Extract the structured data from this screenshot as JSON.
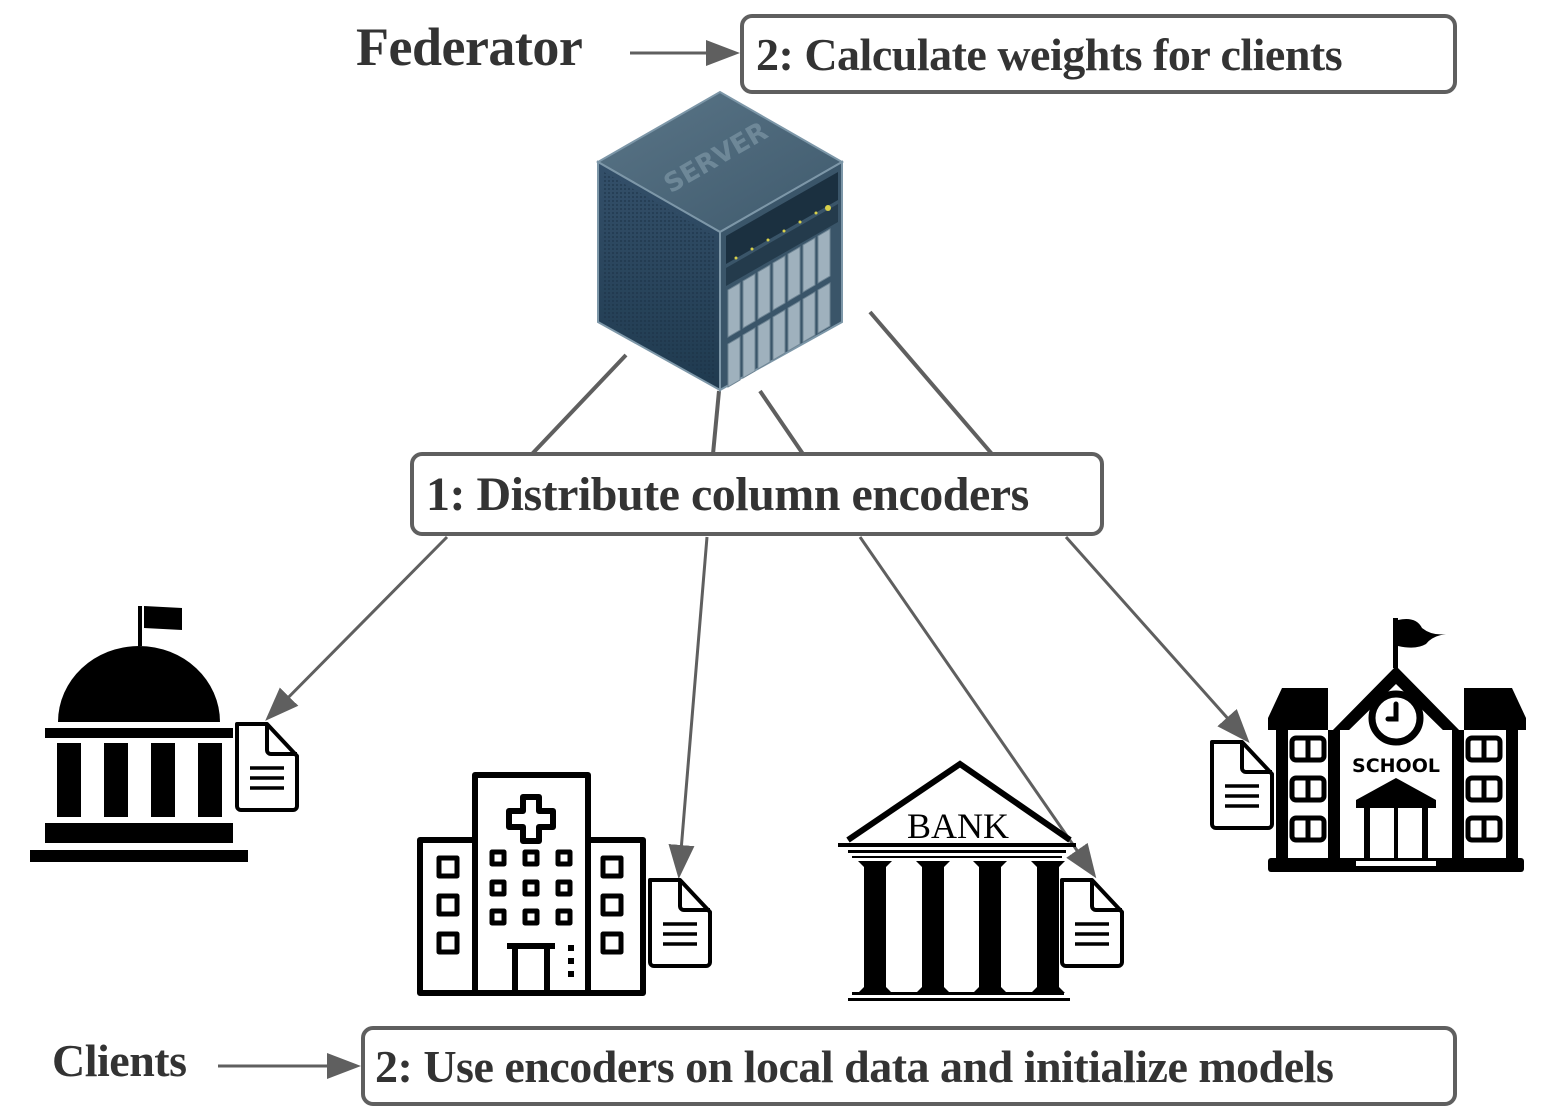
{
  "title_federator": "Federator",
  "title_clients": "Clients",
  "steps": {
    "federator_step": "2: Calculate weights for clients",
    "distribute_step": "1: Distribute column encoders",
    "clients_step": "2: Use encoders on local data and initialize models"
  },
  "server": {
    "label": "SERVER",
    "icon": "server-icon"
  },
  "clients": [
    {
      "name": "government",
      "icon": "government-building-icon"
    },
    {
      "name": "hospital",
      "icon": "hospital-icon"
    },
    {
      "name": "bank",
      "icon": "bank-icon",
      "label": "BANK"
    },
    {
      "name": "school",
      "icon": "school-icon",
      "label": "SCHOOL"
    }
  ],
  "document_icon": "document-icon",
  "colors": {
    "arrow": "#5f5f5f",
    "text": "#333333",
    "server_dark": "#2f4a5e",
    "server_mid": "#4b6679",
    "icon": "#000000"
  }
}
